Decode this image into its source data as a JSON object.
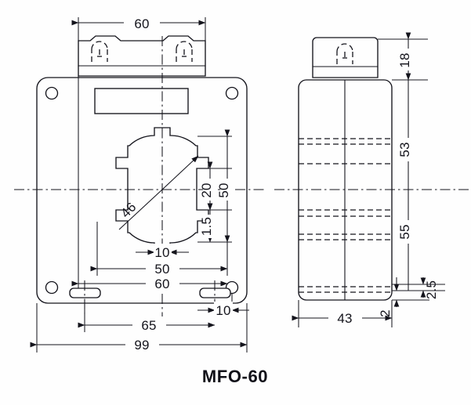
{
  "drawing": {
    "title": "MFO-60",
    "part_designation": "MFO-60",
    "views": {
      "front": {
        "name": "front-elevation"
      },
      "side": {
        "name": "side-elevation"
      }
    }
  },
  "dimensions": {
    "front_top_width": "60",
    "aperture_diameter": "46",
    "aperture_notch_width": "10",
    "aperture_span": "50",
    "body_inner_width": "60",
    "aperture_half_height": "20",
    "aperture_step": "1.5",
    "aperture_total_height": "50",
    "slot_centers": "65",
    "slot_edge_offset": "10",
    "overall_width": "99",
    "side_terminal_height": "18",
    "side_upper_height": "53",
    "side_lower_height": "55",
    "side_width": "43",
    "side_foot_a": "2.5",
    "side_foot_b": "2"
  },
  "labels": {
    "d60_top": "60",
    "d46": "46",
    "d10_center": "10",
    "d50_chain": "50",
    "d60_chain": "60",
    "d20": "20",
    "d15": "1.5",
    "d50_right": "50",
    "d65": "65",
    "d10_right": "10",
    "d99": "99",
    "d18": "18",
    "d53": "53",
    "d55": "55",
    "d43": "43",
    "d25": "2.5",
    "d2": "2",
    "title": "MFO-60"
  },
  "colors": {
    "ink": "#14141c",
    "paper": "#fefefe",
    "title_ink": "#101018"
  }
}
